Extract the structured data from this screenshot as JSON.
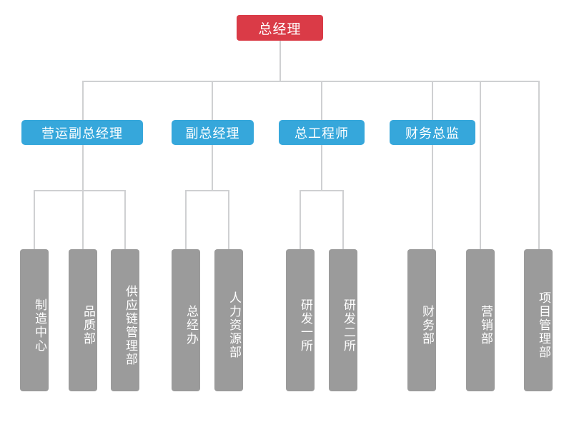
{
  "chart_data": {
    "type": "diagram",
    "title": "",
    "diagram_kind": "organization-chart",
    "orientation": "top-down",
    "levels": 3,
    "colors": {
      "root": "#da3b47",
      "executive": "#36a7db",
      "department": "#9b9b9b",
      "connector": "#cfd0d2",
      "label": "#ffffff",
      "background": "#ffffff"
    },
    "nodes": [
      {
        "id": "gm",
        "label": "总经理",
        "level": 0,
        "parent": null,
        "color": "#da3b47"
      },
      {
        "id": "ops_vp",
        "label": "营运副总经理",
        "level": 1,
        "parent": "gm",
        "color": "#36a7db"
      },
      {
        "id": "vp",
        "label": "副总经理",
        "level": 1,
        "parent": "gm",
        "color": "#36a7db"
      },
      {
        "id": "chief_eng",
        "label": "总工程师",
        "level": 1,
        "parent": "gm",
        "color": "#36a7db"
      },
      {
        "id": "cfo",
        "label": "财务总监",
        "level": 1,
        "parent": "gm",
        "color": "#36a7db"
      },
      {
        "id": "mfg",
        "label": "制造中心",
        "level": 2,
        "parent": "ops_vp",
        "color": "#9b9b9b"
      },
      {
        "id": "quality",
        "label": "品质部",
        "level": 2,
        "parent": "ops_vp",
        "color": "#9b9b9b"
      },
      {
        "id": "supply",
        "label": "供应链管理部",
        "level": 2,
        "parent": "ops_vp",
        "color": "#9b9b9b"
      },
      {
        "id": "gm_office",
        "label": "总经办",
        "level": 2,
        "parent": "vp",
        "color": "#9b9b9b"
      },
      {
        "id": "hr",
        "label": "人力资源部",
        "level": 2,
        "parent": "vp",
        "color": "#9b9b9b"
      },
      {
        "id": "rd1",
        "label": "研发一所",
        "level": 2,
        "parent": "chief_eng",
        "color": "#9b9b9b"
      },
      {
        "id": "rd2",
        "label": "研发二所",
        "level": 2,
        "parent": "chief_eng",
        "color": "#9b9b9b"
      },
      {
        "id": "finance",
        "label": "财务部",
        "level": 2,
        "parent": "cfo",
        "color": "#9b9b9b"
      },
      {
        "id": "marketing",
        "label": "营销部",
        "level": 2,
        "parent": "gm",
        "color": "#9b9b9b"
      },
      {
        "id": "pmo",
        "label": "项目管理部",
        "level": 2,
        "parent": "gm",
        "color": "#9b9b9b"
      }
    ]
  },
  "chart": {
    "root": {
      "label": "总经理"
    },
    "executives": [
      {
        "label": "营运副总经理"
      },
      {
        "label": "副总经理"
      },
      {
        "label": "总工程师"
      },
      {
        "label": "财务总监"
      }
    ],
    "departments": [
      {
        "label": "制造中心"
      },
      {
        "label": "品质部"
      },
      {
        "label": "供应链管理部"
      },
      {
        "label": "总经办"
      },
      {
        "label": "人力资源部"
      },
      {
        "label": "研发一所"
      },
      {
        "label": "研发二所"
      },
      {
        "label": "财务部"
      },
      {
        "label": "营销部"
      },
      {
        "label": "项目管理部"
      }
    ]
  }
}
